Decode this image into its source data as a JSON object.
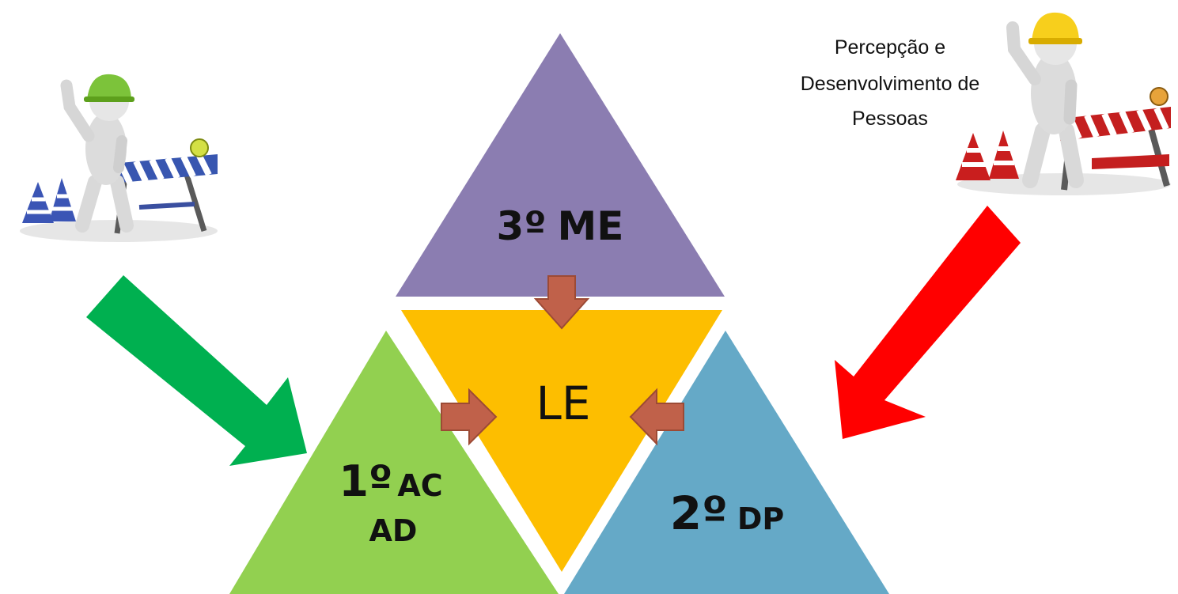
{
  "diagram": {
    "top_triangle": {
      "number": "3º",
      "abbr": "ME",
      "color": "#8B7DB1"
    },
    "center_triangle": {
      "label": "LE",
      "color": "#FDBE00"
    },
    "left_triangle": {
      "number": "1º",
      "abbr_line1": "AC",
      "abbr_line2": "AD",
      "color": "#92D050"
    },
    "right_triangle": {
      "number": "2º",
      "abbr": "DP",
      "color": "#65A9C7"
    },
    "small_arrow_color": "#C0614A",
    "left_big_arrow_color": "#00B050",
    "right_big_arrow_color": "#FF0000",
    "right_caption": [
      "Percepção e",
      "Desenvolvimento de",
      "Pessoas"
    ],
    "left_worker_icon": "construction-worker-green-helmet-icon",
    "right_worker_icon": "construction-worker-yellow-helmet-icon"
  }
}
